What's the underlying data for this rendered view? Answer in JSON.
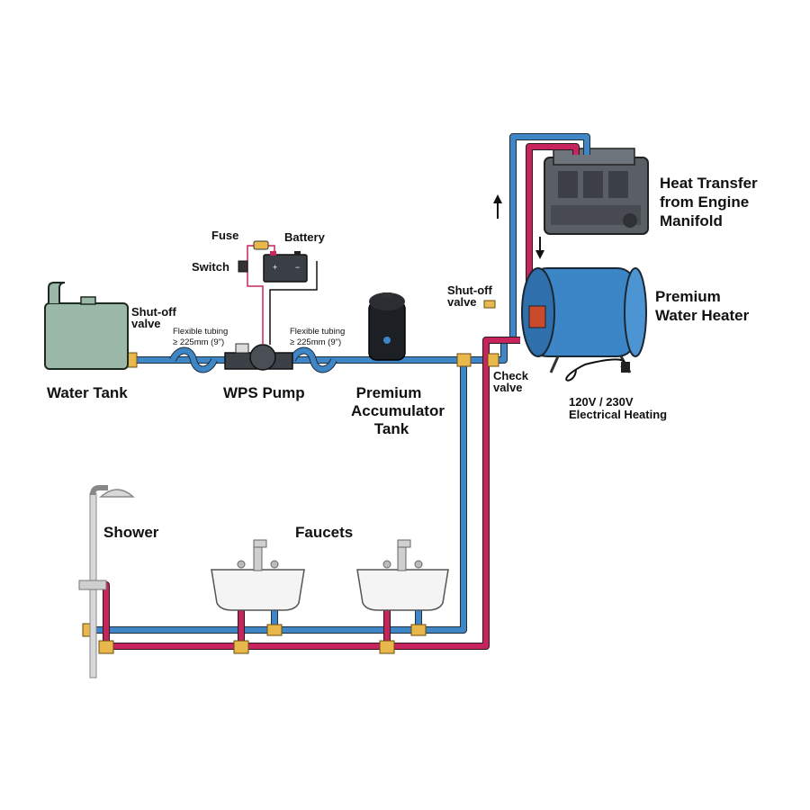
{
  "components": {
    "water_tank": "Water Tank",
    "tank_shutoff": [
      "Shut-off",
      "valve"
    ],
    "flex_tube_1": [
      "Flexible tubing",
      "≥ 225mm (9\")"
    ],
    "flex_tube_2": [
      "Flexible tubing",
      "≥ 225mm (9\")"
    ],
    "fuse": "Fuse",
    "battery": "Battery",
    "switch": "Switch",
    "pump": "WPS Pump",
    "accumulator": [
      "Premium",
      "Accumulator",
      "Tank"
    ],
    "heater_shutoff": [
      "Shut-off",
      "valve"
    ],
    "check_valve": [
      "Check",
      "valve"
    ],
    "heater": [
      "Premium",
      "Water Heater"
    ],
    "engine": [
      "Heat Transfer",
      "from Engine",
      "Manifold"
    ],
    "electrical": [
      "120V / 230V",
      "Electrical Heating"
    ],
    "shower": "Shower",
    "faucets": "Faucets"
  },
  "colors": {
    "cold_pipe": "#3f86c6",
    "hot_pipe": "#c7245e",
    "fitting": "#e8b84c",
    "tank": "#9bb8a8",
    "heater": "#3c86c8",
    "engine": "#5a5f66"
  },
  "icons": [
    "arrow-up-icon",
    "arrow-down-icon",
    "battery-icon",
    "fuse-icon",
    "switch-icon"
  ]
}
